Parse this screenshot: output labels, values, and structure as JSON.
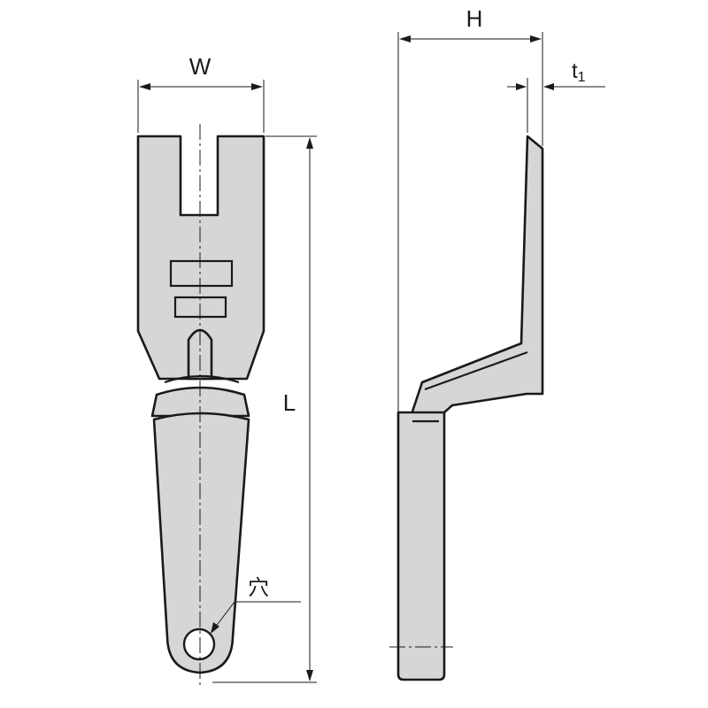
{
  "labels": {
    "width": "W",
    "height": "H",
    "length": "L",
    "thickness_base": "t",
    "thickness_sub": "1",
    "hole": "穴"
  },
  "colors": {
    "part_fill": "#d6d6d6",
    "line": "#1a1a1a",
    "background": "#ffffff"
  }
}
